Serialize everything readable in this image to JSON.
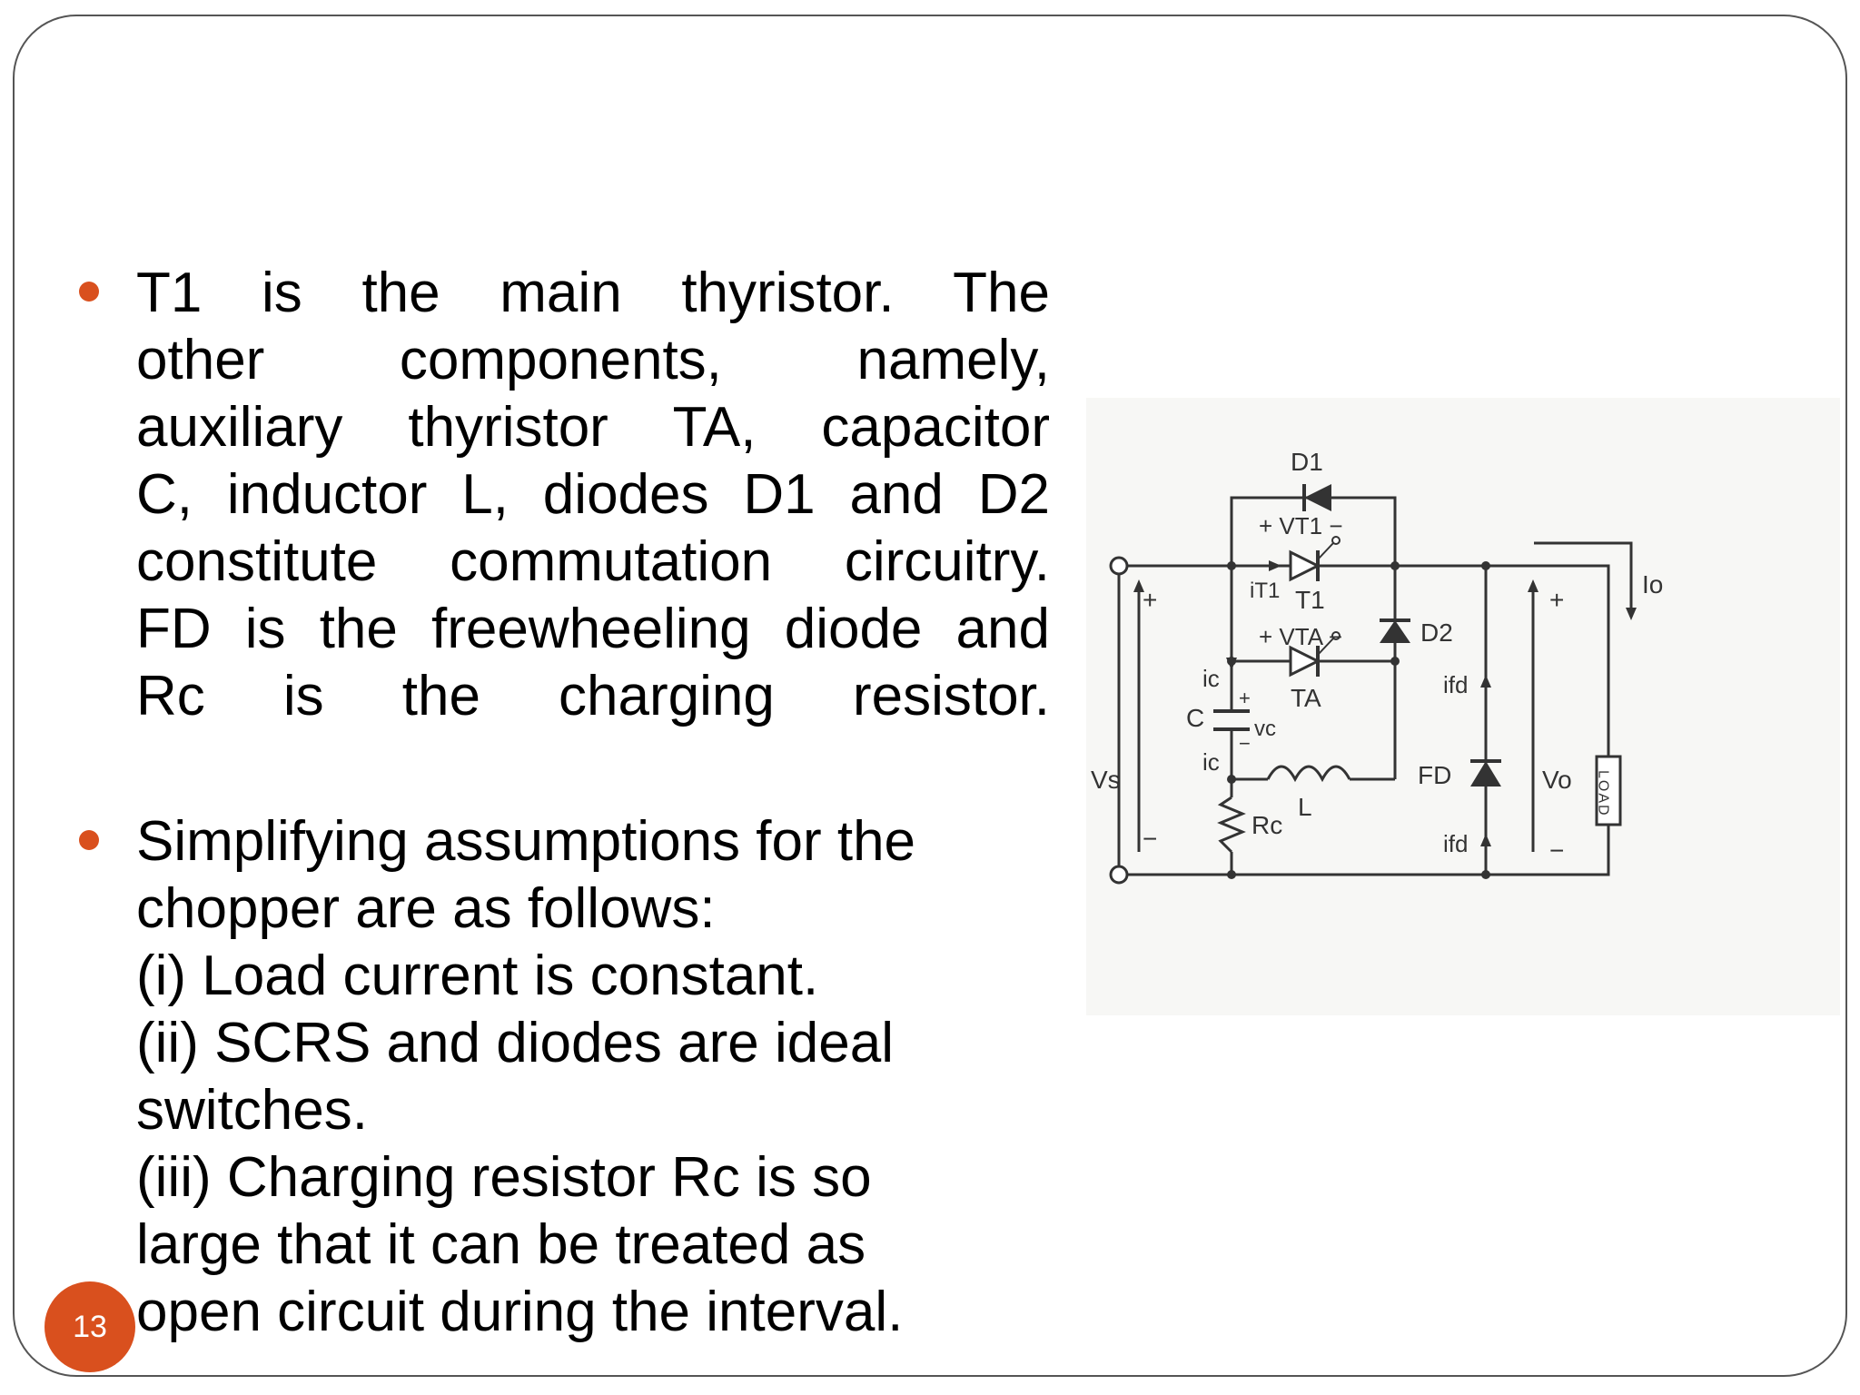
{
  "bullets": [
    {
      "lines": [
        "T1 is the main thyristor. The",
        "other components, namely,",
        "auxiliary thyristor TA, capacitor",
        "C, inductor L, diodes D1 and D2",
        "constitute commutation circuitry.",
        "FD is the freewheeling diode and",
        "Rc is the charging resistor."
      ]
    },
    {
      "lines": [
        "Simplifying assumptions for the",
        "chopper are as follows:",
        "(i) Load current is constant.",
        "(ii) SCRS and diodes are ideal",
        "switches.",
        "(iii) Charging resistor Rc is so",
        "large that it can be treated as",
        "open circuit during the interval."
      ]
    }
  ],
  "page_number": "13",
  "circuit": {
    "labels": {
      "d1": "D1",
      "vt1": "+ VT1 −",
      "it1": "iT1",
      "t1": "T1",
      "vta": "+ VTA −",
      "ta": "TA",
      "d2": "D2",
      "ifd_top": "ifd",
      "fd": "FD",
      "ifd_bottom": "ifd",
      "vs": "Vs",
      "vs_plus": "+",
      "vs_minus": "−",
      "ic_top": "ic",
      "c": "C",
      "vc": "vc",
      "c_plus": "+",
      "c_minus": "−",
      "ic_bottom": "ic",
      "l": "L",
      "rc": "Rc",
      "vo": "Vo",
      "vo_plus": "+",
      "vo_minus": "−",
      "io": "Io",
      "load": "LOAD"
    }
  },
  "colors": {
    "accent": "#d9501e",
    "text": "#000000",
    "circuit": "#333333"
  }
}
